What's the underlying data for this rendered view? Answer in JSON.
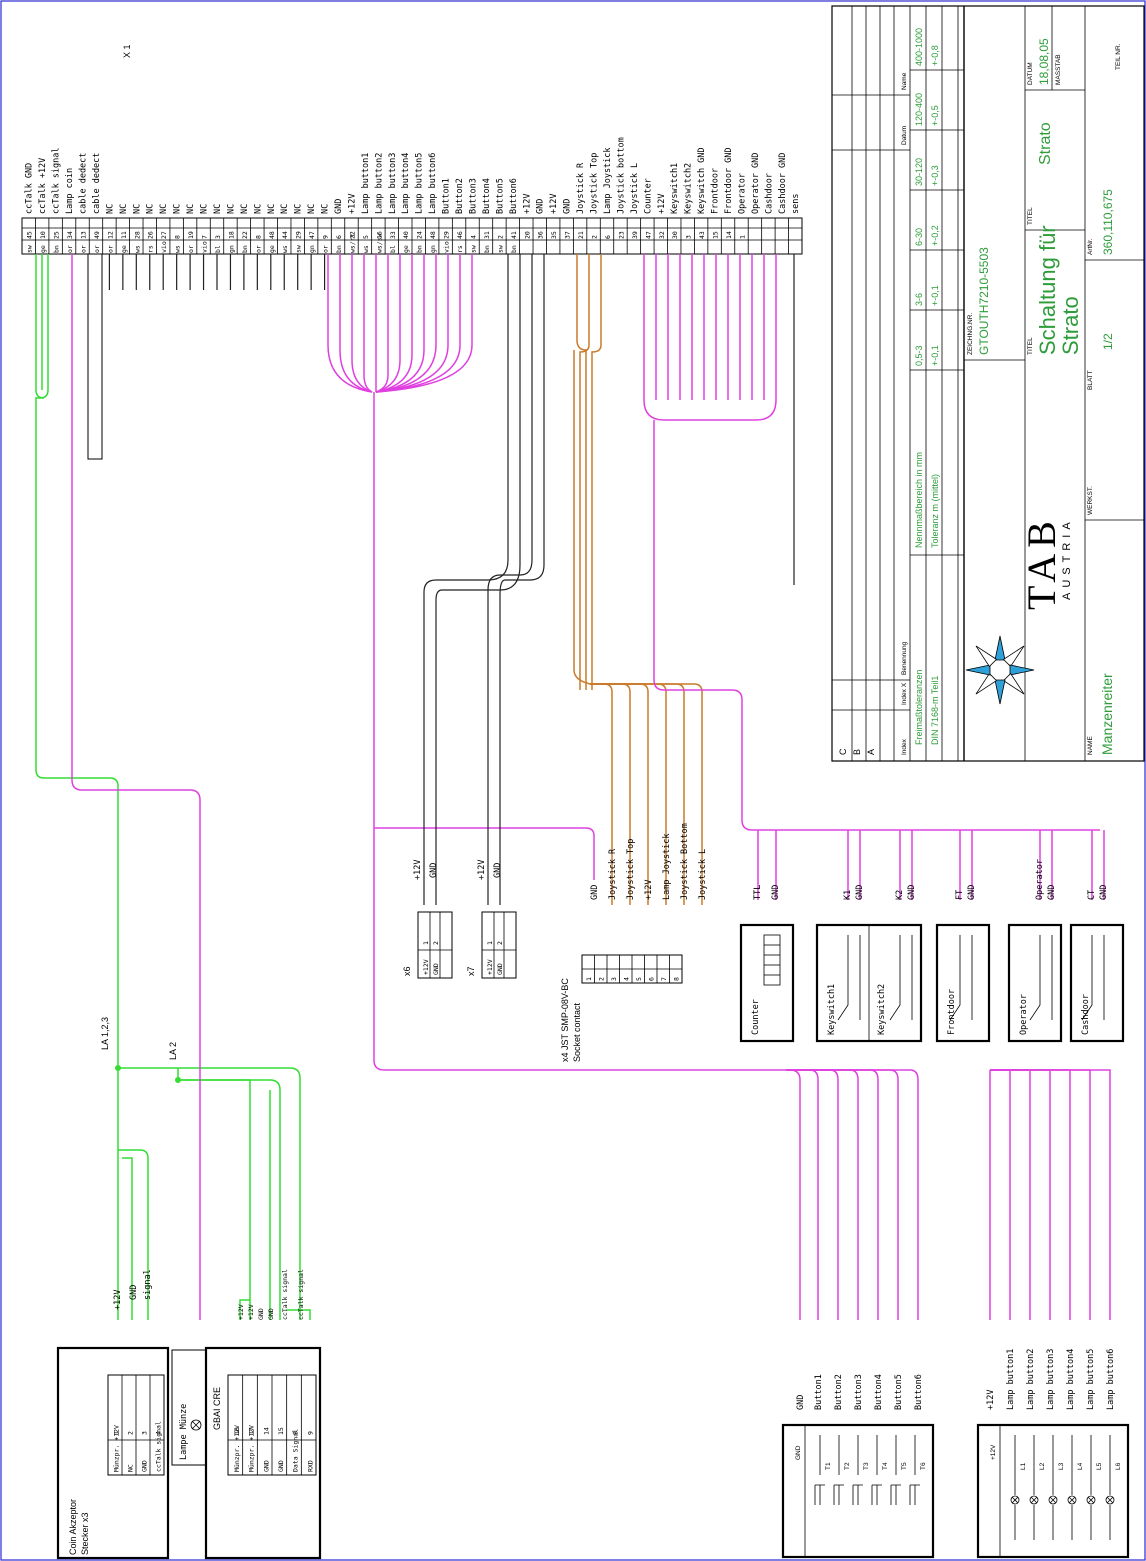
{
  "x1": {
    "title": "X 1",
    "signals": [
      "ccTalk GND",
      "ccTalk +12V",
      "ccTalk signal",
      "Lamp coin",
      "cable dedect",
      "cable dedect",
      "NC",
      "NC",
      "NC",
      "NC",
      "NC",
      "NC",
      "NC",
      "NC",
      "NC",
      "NC",
      "NC",
      "NC",
      "NC",
      "NC",
      "NC",
      "NC",
      "NC",
      "GND",
      "+12V",
      "Lamp button1",
      "Lamp button2",
      "Lamp button3",
      "Lamp button4",
      "Lamp button5",
      "Lamp button6",
      "Button1",
      "Button2",
      "Button3",
      "Button4",
      "Button5",
      "Button6",
      "+12V",
      "GND",
      "+12V",
      "GND",
      "Joystick R",
      "Joystick Top",
      "Lamp Joystick",
      "Joystick bottom",
      "Joystick L",
      "Counter",
      "+12V",
      "Keyswitch1",
      "Keyswitch2",
      "Keyswitch GND",
      "Frontdoor",
      "Frontdoor GND",
      "Operator",
      "Operator GND",
      "Cashdoor",
      "Cashdoor GND",
      "sens"
    ],
    "pins": [
      "45",
      "10",
      "25",
      "34",
      "13",
      "49",
      "12",
      "11",
      "28",
      "26",
      "27",
      "8",
      "19",
      "7",
      "3",
      "18",
      "22",
      "8",
      "48",
      "44",
      "29",
      "47",
      "9",
      "6",
      "22",
      "5",
      "16",
      "33",
      "40",
      "24",
      "48",
      "29",
      "46",
      "4",
      "31",
      "2",
      "41",
      "20",
      "36",
      "35",
      "37",
      "21",
      "2",
      "6",
      "23",
      "39",
      "47",
      "32",
      "30",
      "3",
      "43",
      "15",
      "14",
      "1"
    ],
    "colors": [
      "sw",
      "ge",
      "bn",
      "or",
      "or",
      "or",
      "or",
      "ge",
      "ws",
      "rs",
      "vio",
      "ws",
      "or",
      "vio",
      "bl",
      "gn",
      "bn",
      "or",
      "ge",
      "ws",
      "sw",
      "gn",
      "or",
      "bn",
      "ws/rt",
      "ws",
      "ws/sw",
      "bl",
      "ge",
      "bn",
      "gn",
      "vio",
      "rs",
      "sw",
      "bn",
      "sw",
      "bn"
    ]
  },
  "connectors": {
    "x6": {
      "label": "x6",
      "pins": [
        "+12V",
        "GND"
      ],
      "nums": [
        "1",
        "2"
      ],
      "wire_labels": [
        "+12V",
        "GND"
      ]
    },
    "x7": {
      "label": "x7",
      "pins": [
        "+12V",
        "GND"
      ],
      "nums": [
        "1",
        "2"
      ],
      "wire_labels": [
        "+12V",
        "GND"
      ]
    },
    "x4": {
      "label": "x4 JST SMP-08V-BC",
      "sub": "Socket contact",
      "nums": [
        "1",
        "2",
        "3",
        "4",
        "5",
        "6",
        "7",
        "8"
      ],
      "wire_labels": [
        "GND",
        "Joystick R",
        "Joystick Top",
        "+12V",
        "Lamp Joystick",
        "Joystick Bottom",
        "Joystick L"
      ]
    }
  },
  "devices": {
    "counter": {
      "label": "Counter",
      "wires": [
        "TTL",
        "GND"
      ]
    },
    "keyswitch": {
      "labels": [
        "Keyswitch1",
        "Keyswitch2"
      ],
      "wires": [
        "K1",
        "GND",
        "K2",
        "GND"
      ]
    },
    "frontdoor": {
      "label": "Frontdoor",
      "wires": [
        "FT",
        "GND"
      ]
    },
    "operator": {
      "label": "Operator",
      "wires": [
        "Operator",
        "GND"
      ]
    },
    "cashdoor": {
      "label": "Cashdoor",
      "wires": [
        "CT",
        "GND"
      ]
    }
  },
  "coin": {
    "title": "Coin Akzeptor",
    "sub": "Stecker x3",
    "rows": [
      "Münzpr. +12V",
      "NC",
      "GND",
      "ccTalk signal"
    ],
    "nums": [
      "1",
      "2",
      "3",
      "4"
    ],
    "wires": [
      "+12V",
      "GND",
      "signal"
    ],
    "lampe": "Lampe Münze",
    "bus1": "LA 1,2,3",
    "bus2": "LA 2"
  },
  "gbai": {
    "title": "GBAI CRE",
    "rows": [
      "Münzpr. +12V",
      "Münzpr. +12V",
      "GND",
      "GND",
      "Data Signal",
      "RXD"
    ],
    "nums": [
      "16",
      "17",
      "14",
      "15",
      "8",
      "9"
    ],
    "wires": [
      "+12V",
      "+12V",
      "GND",
      "GND",
      "ccTalk signal",
      "ccTalk signal"
    ]
  },
  "buttons": {
    "wires": [
      "GND",
      "Button1",
      "Button2",
      "Button3",
      "Button4",
      "Button5",
      "Button6"
    ],
    "header": "GND",
    "tags": [
      "T1",
      "T2",
      "T3",
      "T4",
      "T5",
      "T6"
    ]
  },
  "lamps": {
    "wires": [
      "+12V",
      "Lamp button1",
      "Lamp button2",
      "Lamp button3",
      "Lamp button4",
      "Lamp button5",
      "Lamp button6"
    ],
    "header": "+12V",
    "tags": [
      "L1",
      "L2",
      "L3",
      "L4",
      "L5",
      "L6"
    ]
  },
  "titleblock": {
    "index_rows": [
      "C",
      "B",
      "A"
    ],
    "index_hdr": [
      "Index",
      "Index X",
      "Benennung",
      "Datum",
      "Name"
    ],
    "tol_title": "Freimaßtoleranzen",
    "tol_din": "DIN 7168-m Teil1",
    "range_title": "Nennmaßbereich in mm",
    "range_tol": "Toleranz m (mittel)",
    "ranges": [
      "0,5-3",
      "3-6",
      "6-30",
      "30-120",
      "120-400",
      "400-1000"
    ],
    "tols": [
      "+-0,1",
      "+-0,1",
      "+-0,2",
      "+-0,3",
      "+-0,5",
      "+-0,8"
    ],
    "logo_main": "TAB",
    "logo_sub": "AUSTRIA",
    "zeich_lbl": "ZEICHNG.NR.",
    "zeich_val": "GTOUTH7210-5503",
    "titel_lbl": "TITEL",
    "titel_small": "Strato",
    "titel_main1": "Schaltung für",
    "titel_main2": "Strato",
    "datum_lbl": "DATUM",
    "datum_val": "18,08,05",
    "massstab_lbl": "MASSTAB",
    "name_lbl": "NAME",
    "name_val": "Manzenreiter",
    "werkst_lbl": "WERKST.",
    "blatt_lbl": "BLATT",
    "blatt_val": "1/2",
    "artnr_lbl": "ArtNr.",
    "artnr_val": "360,110,675",
    "teilnr_lbl": "TEIL NR."
  },
  "colors": {
    "magenta": "#e040e0",
    "green": "#33dd33",
    "brown": "#c97a2a",
    "border": "#2a2ad0"
  }
}
